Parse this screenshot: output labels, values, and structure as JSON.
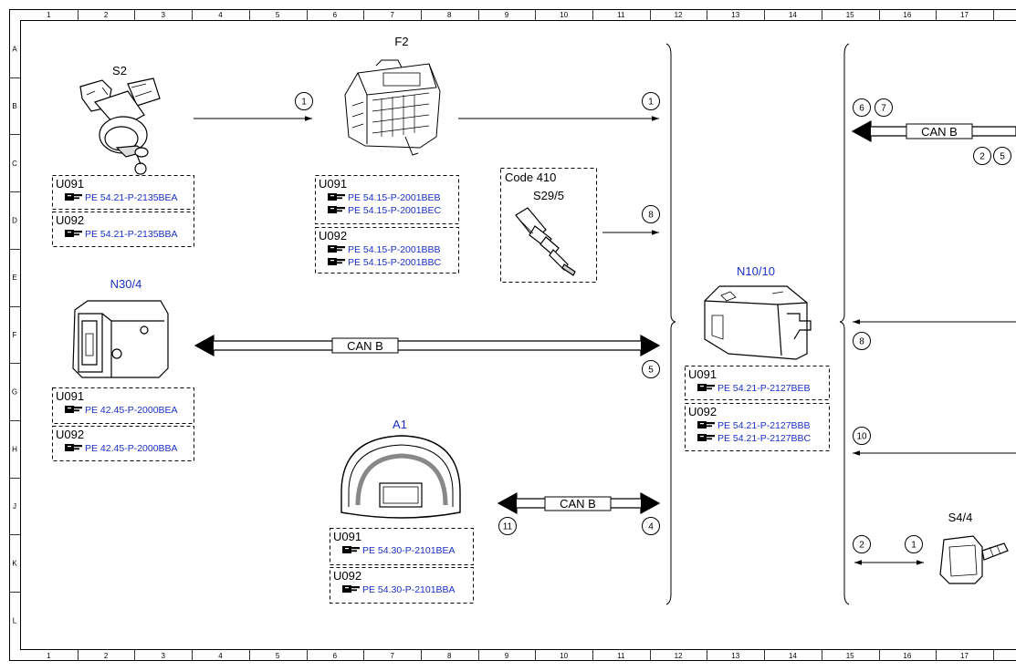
{
  "grid": {
    "columns": [
      "1",
      "2",
      "3",
      "4",
      "5",
      "6",
      "7",
      "8",
      "9",
      "10",
      "11",
      "12",
      "13",
      "14",
      "15",
      "16",
      "17"
    ],
    "rows": [
      "A",
      "B",
      "C",
      "D",
      "E",
      "F",
      "G",
      "H",
      "J",
      "K",
      "L"
    ]
  },
  "components": [
    {
      "id": "S2",
      "label": "S2",
      "blue": false
    },
    {
      "id": "F2",
      "label": "F2",
      "blue": false
    },
    {
      "id": "S29_5",
      "label": "S29/5",
      "blue": false
    },
    {
      "id": "N30_4",
      "label": "N30/4",
      "blue": true
    },
    {
      "id": "N10_10",
      "label": "N10/10",
      "blue": true
    },
    {
      "id": "A1",
      "label": "A1",
      "blue": true
    },
    {
      "id": "S4_4",
      "label": "S4/4",
      "blue": false
    }
  ],
  "code_box": {
    "label": "Code 410"
  },
  "ref_boxes": [
    {
      "id": "s2-u091",
      "variant": "U091",
      "refs": [
        "PE 54.21-P-2135BEA"
      ]
    },
    {
      "id": "s2-u092",
      "variant": "U092",
      "refs": [
        "PE 54.21-P-2135BBA"
      ]
    },
    {
      "id": "f2-u091",
      "variant": "U091",
      "refs": [
        "PE 54.15-P-2001BEB",
        "PE 54.15-P-2001BEC"
      ]
    },
    {
      "id": "f2-u092",
      "variant": "U092",
      "refs": [
        "PE 54.15-P-2001BBB",
        "PE 54.15-P-2001BBC"
      ]
    },
    {
      "id": "n30-u091",
      "variant": "U091",
      "refs": [
        "PE 42.45-P-2000BEA"
      ]
    },
    {
      "id": "n30-u092",
      "variant": "U092",
      "refs": [
        "PE 42.45-P-2000BBA"
      ]
    },
    {
      "id": "a1-u091",
      "variant": "U091",
      "refs": [
        "PE 54.30-P-2101BEA"
      ]
    },
    {
      "id": "a1-u092",
      "variant": "U092",
      "refs": [
        "PE 54.30-P-2101BBA"
      ]
    },
    {
      "id": "n10-u091",
      "variant": "U091",
      "refs": [
        "PE 54.21-P-2127BEB"
      ]
    },
    {
      "id": "n10-u092",
      "variant": "U092",
      "refs": [
        "PE 54.21-P-2127BBB",
        "PE 54.21-P-2127BBC"
      ]
    }
  ],
  "buses": [
    {
      "id": "bus-n30",
      "label": "CAN B"
    },
    {
      "id": "bus-a1",
      "label": "CAN B"
    },
    {
      "id": "bus-right",
      "label": "CAN B"
    }
  ],
  "circled_numbers": [
    "1",
    "1",
    "8",
    "5",
    "11",
    "4",
    "6",
    "7",
    "2",
    "5",
    "8",
    "10",
    "2",
    "1"
  ]
}
